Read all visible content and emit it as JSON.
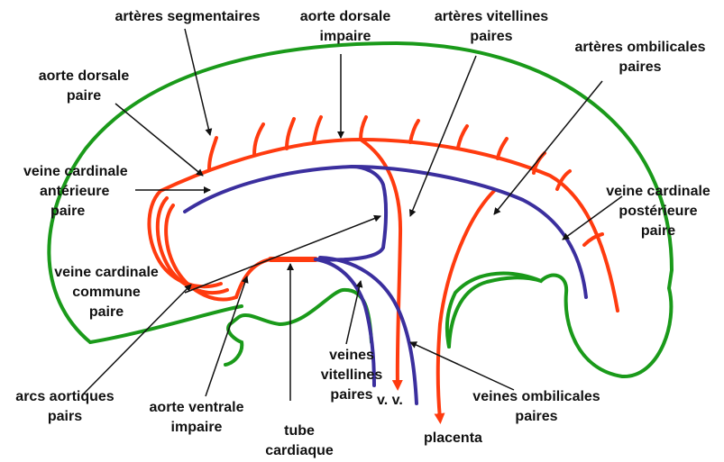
{
  "colors": {
    "green": "#1a9a1a",
    "red": "#ff3b0f",
    "blue": "#3b2f9e",
    "text": "#111111",
    "leader": "#111111"
  },
  "labels": {
    "arteres_segmentaires": "artères segmentaires",
    "aorte_dorsale_impaire_1": "aorte dorsale",
    "aorte_dorsale_impaire_2": "impaire",
    "arteres_vitellines_1": "artères vitellines",
    "arteres_vitellines_2": "paires",
    "arteres_ombilicales_1": "artères ombilicales",
    "arteres_ombilicales_2": "paires",
    "aorte_dorsale_paire_1": "aorte dorsale",
    "aorte_dorsale_paire_2": "paire",
    "veine_cardinale_anterieure_1": "veine cardinale",
    "veine_cardinale_anterieure_2": "antérieure",
    "veine_cardinale_anterieure_3": "paire",
    "veine_cardinale_posterieure_1": "veine cardinale",
    "veine_cardinale_posterieure_2": "postérieure",
    "veine_cardinale_posterieure_3": "paire",
    "veine_cardinale_commune_1": "veine cardinale",
    "veine_cardinale_commune_2": "commune",
    "veine_cardinale_commune_3": "paire",
    "veines_vitellines_1": "veines",
    "veines_vitellines_2": "vitellines",
    "veines_vitellines_3": "paires",
    "vv": "v. v.",
    "veines_ombilicales_1": "veines ombilicales",
    "veines_ombilicales_2": "paires",
    "arcs_aortiques_1": "arcs aortiques",
    "arcs_aortiques_2": "pairs",
    "aorte_ventrale_1": "aorte ventrale",
    "aorte_ventrale_2": "impaire",
    "tube_cardiaque_1": "tube",
    "tube_cardiaque_2": "cardiaque",
    "placenta": "placenta"
  }
}
